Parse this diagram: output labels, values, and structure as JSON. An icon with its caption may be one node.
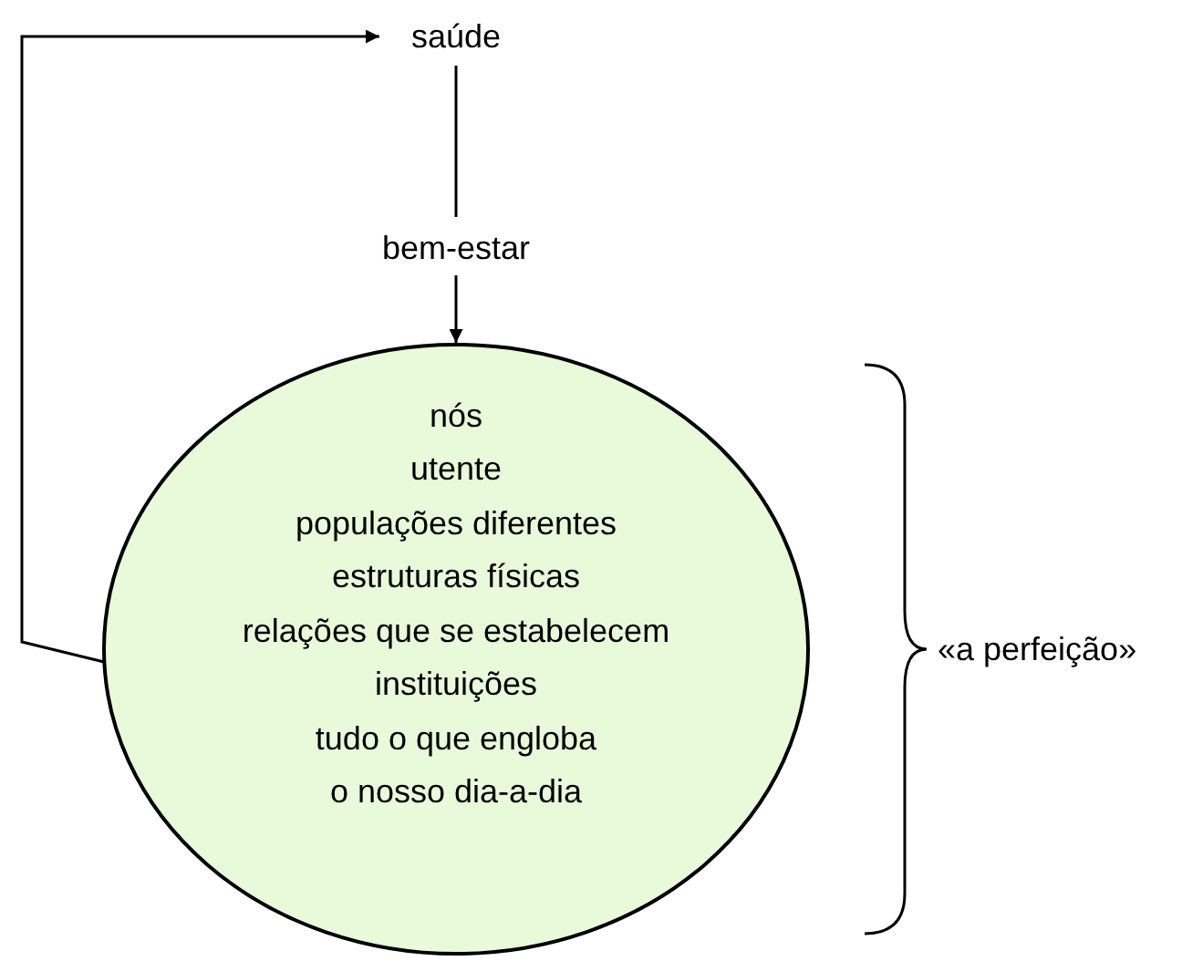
{
  "diagram": {
    "nodes": [
      {
        "text": [
          "saúde"
        ]
      },
      {
        "text": [
          "bem-estar"
        ]
      },
      {
        "text": [
          "nós",
          "utente",
          "populações diferentes",
          "estruturas físicas",
          "relações que se estabelecem",
          "instituições",
          "tudo o que engloba",
          "o nosso dia-a-dia"
        ]
      }
    ],
    "edges": [
      {
        "from": 0,
        "to": 1,
        "arrow": "none"
      },
      {
        "from": 1,
        "to": 2,
        "arrow": "to"
      },
      {
        "from": 2,
        "to": 0,
        "arrow": "to"
      }
    ],
    "labels": [
      "«a perfeição»"
    ]
  }
}
